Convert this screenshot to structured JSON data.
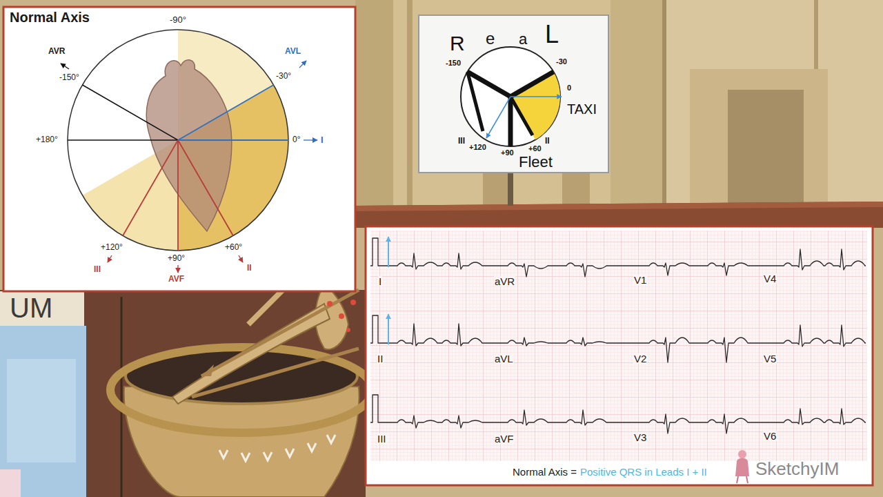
{
  "diagram": {
    "nodes": [
      {
        "text": [
          "Normal Axis",
          "-90°",
          "AVR",
          "-150°",
          "AVL",
          "-30°",
          "+180°",
          "0°",
          "I",
          "+120°",
          "III",
          "+90°",
          "AVF",
          "+60°",
          "II"
        ]
      },
      {
        "text": [
          "R",
          "e",
          "a",
          "L",
          "-150",
          "-30",
          "0",
          "TAXI",
          "III",
          "+120",
          "+90",
          "+60",
          "II",
          "Fleet"
        ]
      },
      {
        "text": [
          "I",
          "aVR",
          "V1",
          "V4",
          "II",
          "aVL",
          "V2",
          "V5",
          "III",
          "aVF",
          "V3",
          "V6",
          "Normal Axis =",
          "Positive QRS in Leads I + II"
        ]
      }
    ],
    "labels": [
      "UM",
      "SketchyIM"
    ]
  }
}
